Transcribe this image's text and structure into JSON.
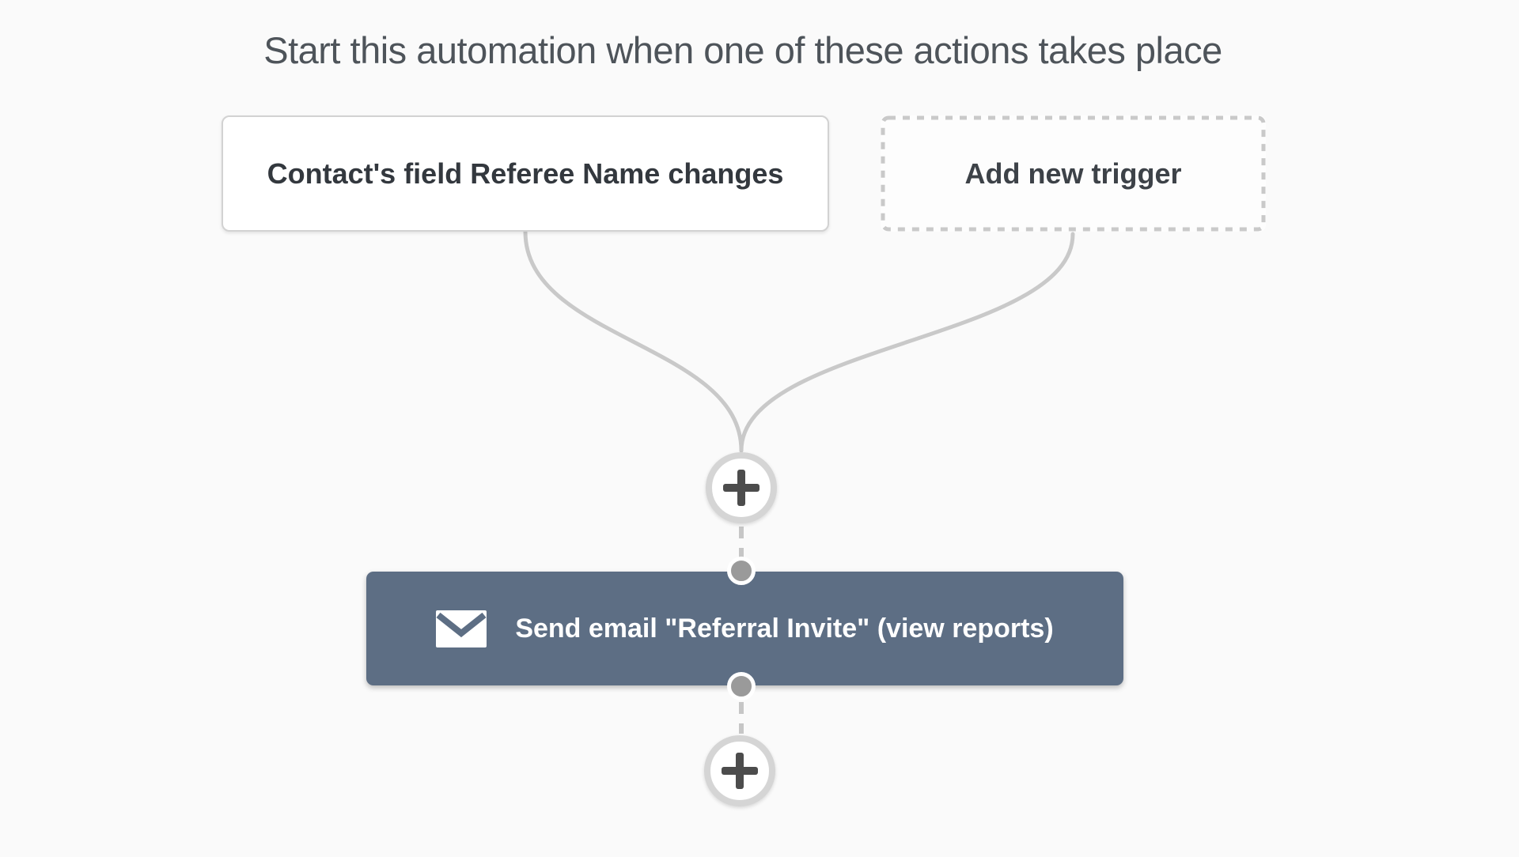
{
  "page": {
    "title": "Start this automation when one of these actions takes place"
  },
  "triggers": {
    "primary": {
      "label": "Contact's field Referee Name changes"
    },
    "add_new": {
      "label": "Add new trigger"
    }
  },
  "action": {
    "label": "Send email \"Referral Invite\" (view reports)",
    "icon": "envelope-icon"
  },
  "add_buttons": {
    "between_triggers_and_action": "+",
    "after_action": "+"
  },
  "colors": {
    "canvas_background": "#fafafa",
    "action_card": "#5d6e84",
    "connector_line": "#c9c9c9",
    "card_border": "#d2d2d2",
    "dashed_border": "#c9c9c9",
    "dot": "#9a9a9a",
    "title_text": "#4e545a",
    "card_text": "#33383e",
    "action_text": "#ffffff",
    "plus_glyph": "#4c4c4c"
  }
}
